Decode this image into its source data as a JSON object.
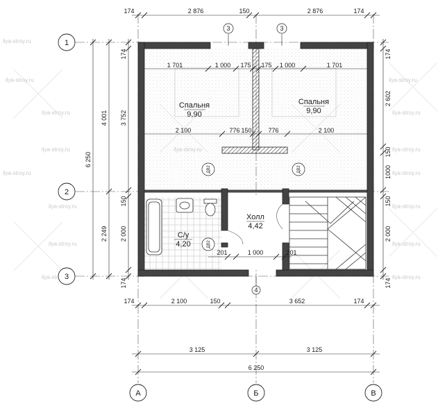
{
  "watermark": "ilya-stroy.ru",
  "axes": {
    "rows": [
      "1",
      "2",
      "3"
    ],
    "cols": [
      "А",
      "Б",
      "В"
    ]
  },
  "section_marks": [
    "3",
    "3",
    "4"
  ],
  "rooms": [
    {
      "name": "Спальня",
      "area": "9,90"
    },
    {
      "name": "Спальня",
      "area": "9,90"
    },
    {
      "name": "Холл",
      "area": "4,42"
    },
    {
      "name": "С/у",
      "area": "4,20"
    }
  ],
  "opening_tags": [
    "ДВ2",
    "ДВ2",
    "ДВ2"
  ],
  "dims_top": [
    "174",
    "2 876",
    "150",
    "2 876",
    "174"
  ],
  "dims_bottom_1": [
    "174",
    "2 100",
    "150",
    "3 652",
    "174"
  ],
  "dims_bottom_2": [
    "3 125",
    "3 125"
  ],
  "dims_bottom_3": "6 250",
  "dims_left_outer": "6 250",
  "dims_left_mid": [
    "4 001",
    "2 249"
  ],
  "dims_left_inner": [
    "174",
    "3 752",
    "150",
    "2 000",
    "174"
  ],
  "dims_right": [
    "174",
    "2 602",
    "150",
    "1000",
    "150",
    "2 000",
    "174"
  ],
  "dims_interior_top": [
    "1 701",
    "1 000",
    "175",
    "175",
    "1 000",
    "1 701"
  ],
  "dims_interior_mid": [
    "2 100",
    "776",
    "150",
    "776",
    "2 100"
  ],
  "dims_interior_hall": [
    "201",
    "1 000",
    "201"
  ]
}
